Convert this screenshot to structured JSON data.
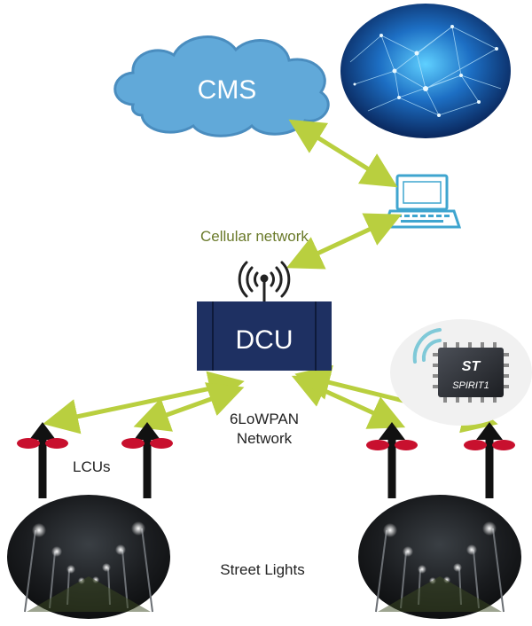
{
  "nodes": {
    "cms": {
      "label": "CMS",
      "icon": "cloud-icon"
    },
    "internet": {
      "icon": "globe-network-icon"
    },
    "gateway": {
      "icon": "laptop-icon"
    },
    "dcu": {
      "label": "DCU",
      "icon": "antenna-icon"
    },
    "chip": {
      "label": "SPIRIT1",
      "brand": "ST",
      "icon": "wireless-chip-icon"
    }
  },
  "links": {
    "cellular": "Cellular network",
    "mesh_line1": "6LoWPAN",
    "mesh_line2": "Network"
  },
  "devices": {
    "lcus": "LCUs",
    "street_lights": "Street Lights"
  },
  "colors": {
    "cloud_fill": "#61a9d9",
    "cloud_stroke": "#4a8dbf",
    "arrow": "#b9cf3f",
    "dcu_fill": "#1e3062",
    "laptop": "#3fa5cf",
    "lcu_red": "#c8102e",
    "text": "#222222",
    "cellular_text": "#6a7a2a"
  }
}
